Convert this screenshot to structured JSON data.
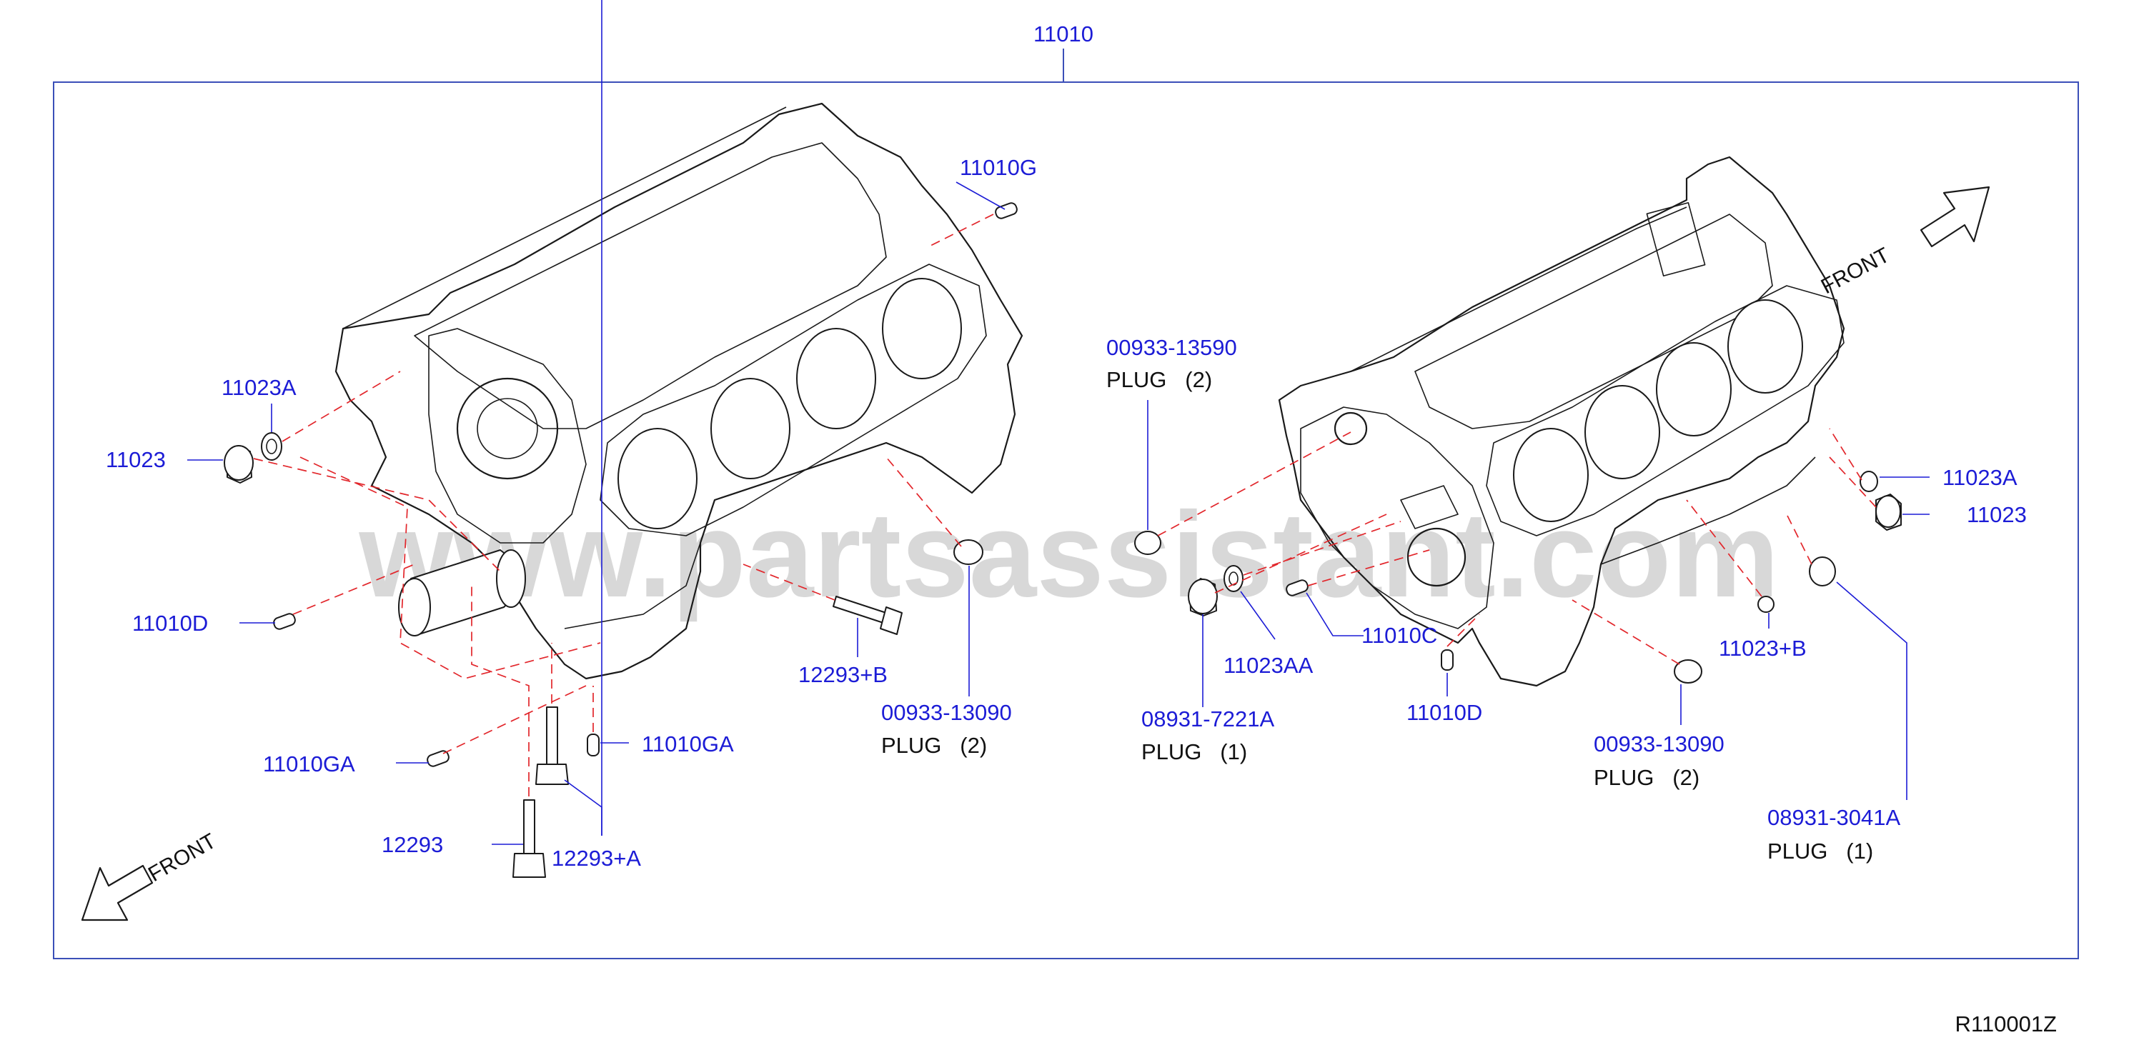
{
  "assembly_label": "11010",
  "figure_code": "R110001Z",
  "watermark": "www.partsassistant.com",
  "front_label": "FRONT",
  "colors": {
    "part_number": "#1c1cd6",
    "leader_dash": "#e2262b",
    "frame": "#3b4fb8",
    "ink": "#1a1a1a"
  },
  "callouts": {
    "l_11010G": "11010G",
    "l_11023A": "11023A",
    "l_11023": "11023",
    "l_11010D": "11010D",
    "l_11010GA_left": "11010GA",
    "l_11010GA_mid": "11010GA",
    "l_12293": "12293",
    "l_12293A": "12293+A",
    "l_12293B": "12293+B",
    "l_00933_13090_left": "00933-13090",
    "l_plug2_left": "PLUG   (2)",
    "r_00933_13590": "00933-13590",
    "r_plug2_top": "PLUG   (2)",
    "r_11023AA": "11023AA",
    "r_11010C": "11010C",
    "r_08931_7221A": "08931-7221A",
    "r_plug1_mid": "PLUG   (1)",
    "r_11010D": "11010D",
    "r_00933_13090": "00933-13090",
    "r_plug2_bottom": "PLUG   (2)",
    "r_11023A": "11023A",
    "r_11023": "11023",
    "r_11023B": "11023+B",
    "r_08931_3041A": "08931-3041A",
    "r_plug1_right": "PLUG   (1)"
  }
}
